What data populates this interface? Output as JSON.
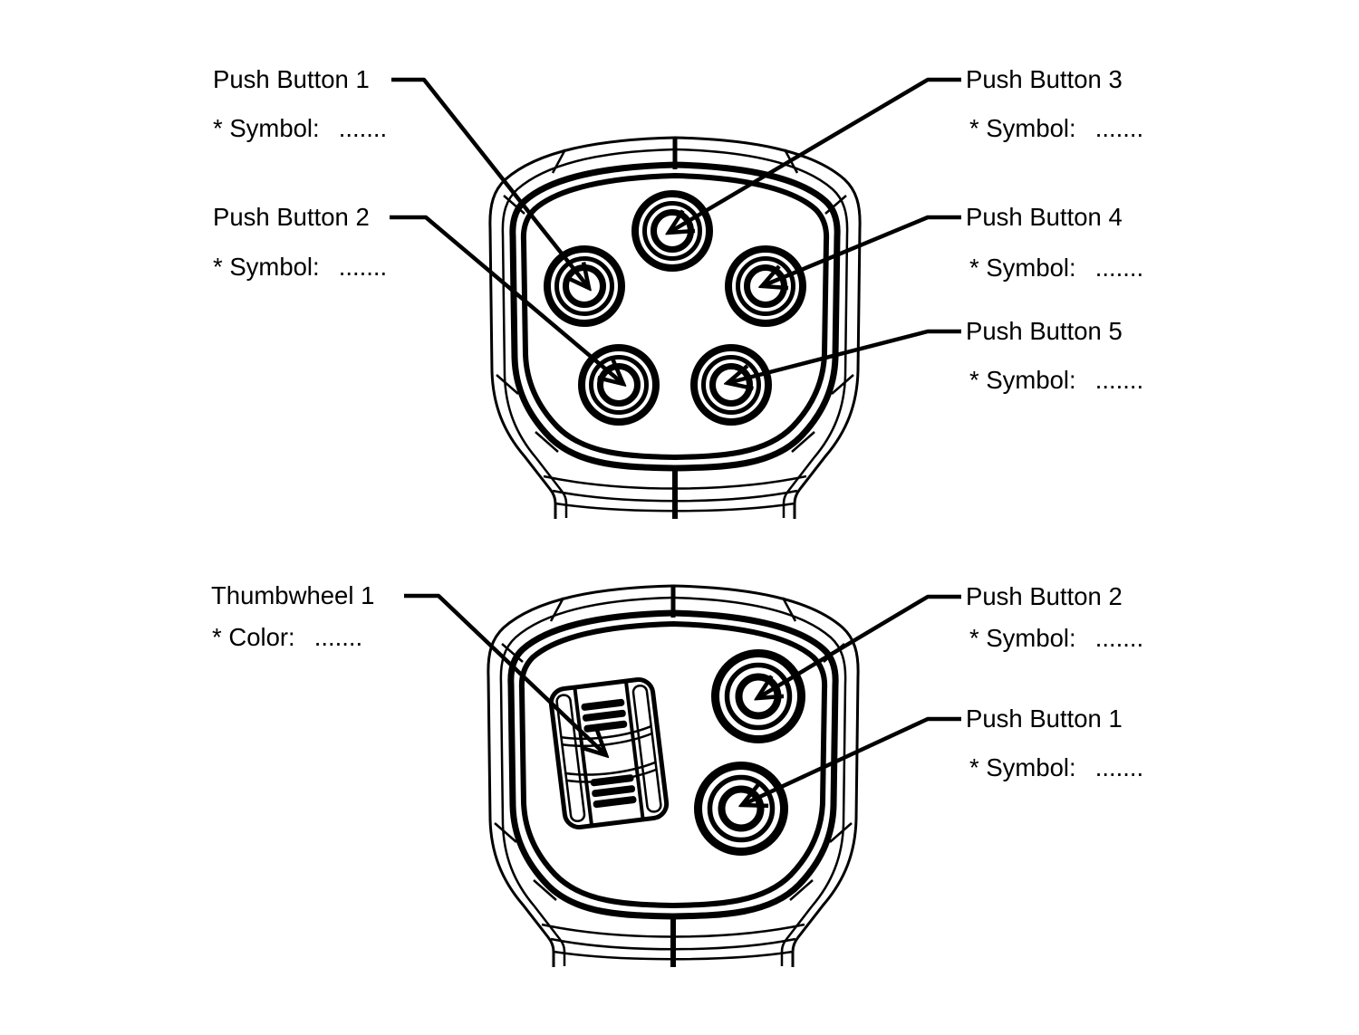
{
  "colors": {
    "ink": "#000000",
    "paper": "#ffffff"
  },
  "figures": {
    "top": {
      "callouts": {
        "pb1": {
          "label": "Push Button 1",
          "property": "* Symbol:",
          "value": "......."
        },
        "pb2": {
          "label": "Push Button 2",
          "property": "* Symbol:",
          "value": "......."
        },
        "pb3": {
          "label": "Push Button 3",
          "property": "* Symbol:",
          "value": "......."
        },
        "pb4": {
          "label": "Push Button 4",
          "property": "* Symbol:",
          "value": "......."
        },
        "pb5": {
          "label": "Push Button 5",
          "property": "* Symbol:",
          "value": "......."
        }
      }
    },
    "bottom": {
      "callouts": {
        "tw1": {
          "label": "Thumbwheel 1",
          "property": "* Color:",
          "value": "......."
        },
        "pb2": {
          "label": "Push Button 2",
          "property": "* Symbol:",
          "value": "......."
        },
        "pb1": {
          "label": "Push Button 1",
          "property": "* Symbol:",
          "value": "......."
        }
      }
    }
  }
}
